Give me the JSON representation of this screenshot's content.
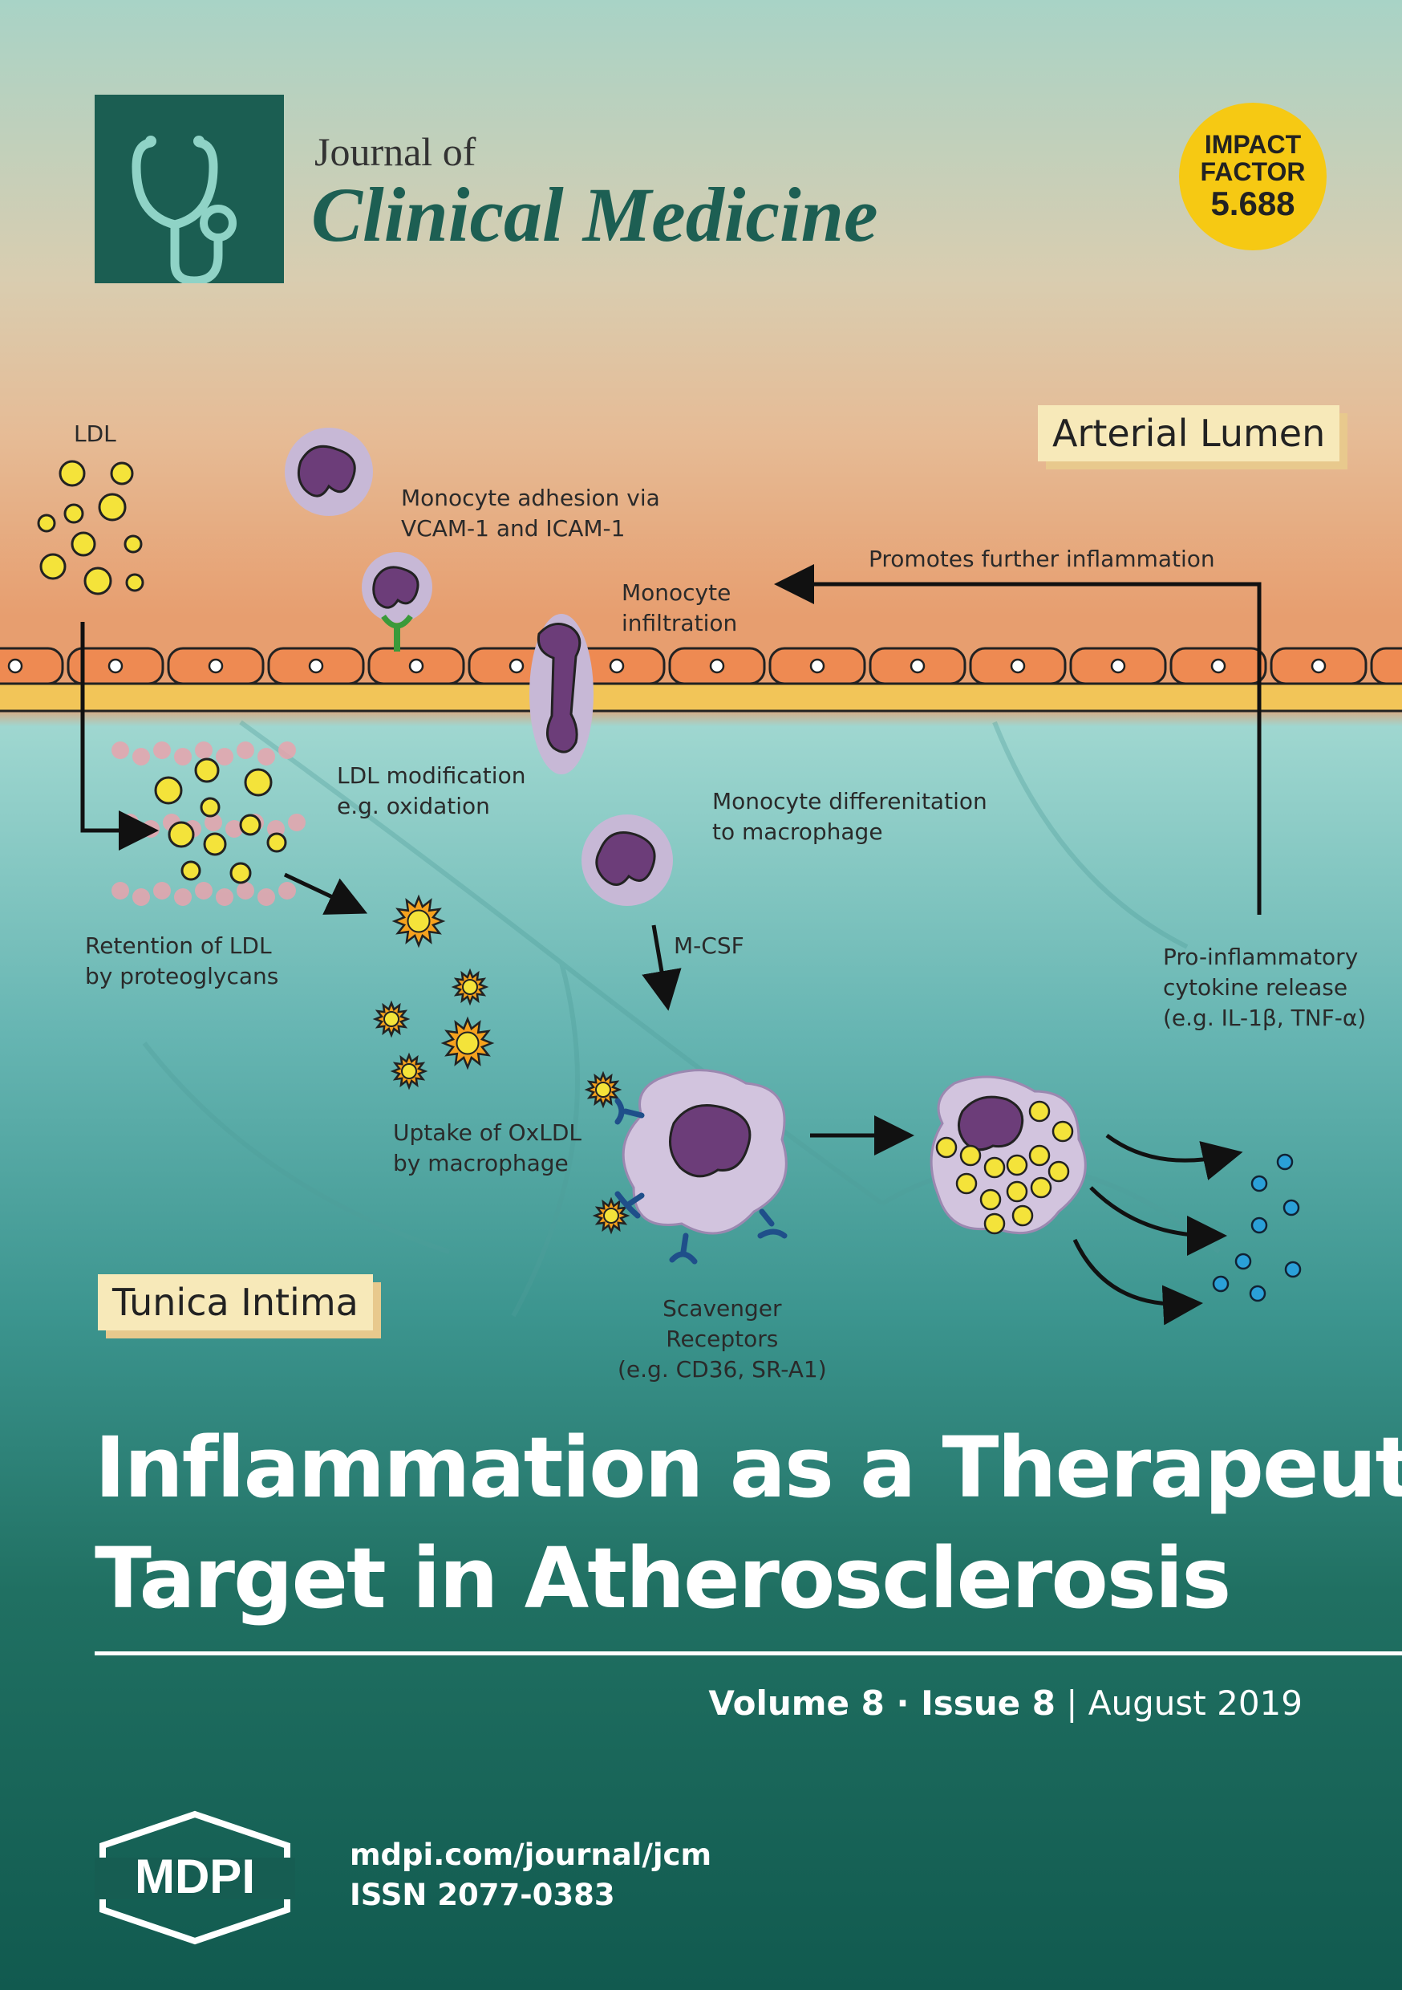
{
  "masthead": {
    "journal_prefix": "Journal of",
    "journal_name": "Clinical Medicine",
    "logo_icon": "stethoscope-icon"
  },
  "impact_badge": {
    "line1": "IMPACT",
    "line2": "FACTOR",
    "value": "5.688",
    "color": "#f6c913"
  },
  "diagram": {
    "labels": {
      "arterial_lumen": "Arterial Lumen",
      "tunica_intima": "Tunica Intima"
    },
    "annotations": {
      "ldl": "LDL",
      "monocyte_adhesion": [
        "Monocyte adhesion via",
        "VCAM-1 and ICAM-1"
      ],
      "promotes_inflammation": "Promotes further inflammation",
      "monocyte_infiltration": [
        "Monocyte",
        "infiltration"
      ],
      "ldl_modification": [
        "LDL modification",
        "e.g. oxidation"
      ],
      "monocyte_differentiation": [
        "Monocyte differenitation",
        "to macrophage"
      ],
      "retention": [
        "Retention of LDL",
        "by proteoglycans"
      ],
      "mcsf": "M-CSF",
      "cytokine": [
        "Pro-inflammatory",
        "cytokine release",
        "(e.g. IL-1β, TNF-α)"
      ],
      "uptake": [
        "Uptake of OxLDL",
        "by macrophage"
      ],
      "scavenger": [
        "Scavenger",
        "Receptors",
        "(e.g. CD36, SR-A1)"
      ]
    },
    "colors": {
      "endothelium": "#ee8a52",
      "basement": "#f2c558",
      "monocyte": "#6c3d79",
      "monocyte_halo": "#c7b8d6",
      "ldl": "#f4e33a",
      "receptor": "#1f4f8a",
      "cytokine": "#2aa0d8"
    }
  },
  "article": {
    "title_line1": "Inflammation as a Therapeutic",
    "title_line2": "Target in Atherosclerosis"
  },
  "issue": {
    "volume": "Volume 8",
    "sep1": " · ",
    "issue": "Issue 8",
    "sep2": " | ",
    "date": "August 2019"
  },
  "footer": {
    "publisher": "MDPI",
    "url": "mdpi.com/journal/jcm",
    "issn": "ISSN 2077-0383"
  }
}
